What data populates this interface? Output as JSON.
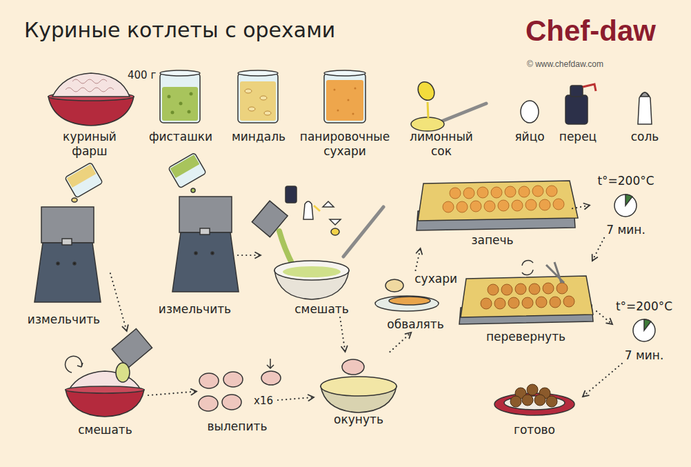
{
  "diagram": {
    "title": "Куриные котлеты с орехами",
    "nodes": [
      {
        "text": [
          "измельчить"
        ]
      },
      {
        "text": [
          "измельчить"
        ]
      },
      {
        "text": [
          "смешать"
        ]
      },
      {
        "text": [
          "запечь"
        ]
      },
      {
        "text": [
          "t°=200°C",
          "7 мин."
        ]
      },
      {
        "text": [
          "смешать"
        ]
      },
      {
        "text": [
          "вылепить"
        ]
      },
      {
        "text": [
          "окунуть"
        ]
      },
      {
        "text": [
          "сухари",
          "обвалять"
        ]
      },
      {
        "text": [
          "перевернуть"
        ]
      },
      {
        "text": [
          "t°=200°C",
          "7 мин."
        ]
      },
      {
        "text": [
          "готово"
        ]
      }
    ],
    "edges": [
      {
        "from": 0,
        "to": 5,
        "arrow": "to"
      },
      {
        "from": 1,
        "to": 2,
        "arrow": "to"
      },
      {
        "from": 2,
        "to": 7,
        "arrow": "to"
      },
      {
        "from": 5,
        "to": 6,
        "arrow": "to"
      },
      {
        "from": 6,
        "to": 7,
        "arrow": "to"
      },
      {
        "from": 7,
        "to": 8,
        "arrow": "to"
      },
      {
        "from": 8,
        "to": 3,
        "arrow": "to"
      },
      {
        "from": 3,
        "to": 4,
        "arrow": "to"
      },
      {
        "from": 4,
        "to": 9,
        "arrow": "to"
      },
      {
        "from": 9,
        "to": 10,
        "arrow": "to"
      },
      {
        "from": 10,
        "to": 11,
        "arrow": "to"
      }
    ],
    "labels": [
      "400 г",
      "куриный фарш",
      "фисташки",
      "миндаль",
      "панировочные сухари",
      "лимонный сок",
      "яйцо",
      "перец",
      "соль",
      "x16",
      "Chef-daw",
      "© www.chefdaw.com"
    ]
  }
}
